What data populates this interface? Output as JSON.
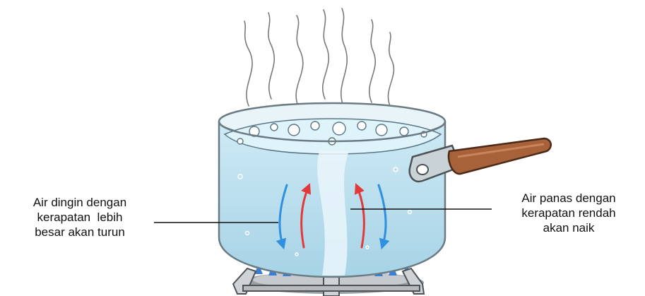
{
  "labels": {
    "cold_water": [
      "Air dingin dengan",
      "kerapatan  lebih",
      "besar akan turun"
    ],
    "hot_water": [
      "Air panas dengan",
      "kerapatan rendah",
      "akan naik"
    ]
  },
  "colors": {
    "cold_arrow": "#2f8fe0",
    "hot_arrow": "#e23a3a",
    "water": "#a9d7ea",
    "water_surface": "#dff3fb",
    "pot_rim": "#6b7b84",
    "handle_wood": "#a8623a",
    "handle_metal": "#c9d2d6",
    "flame": "#3a7fd6",
    "burner": "#b7b9bb",
    "leader_line": "#111111"
  },
  "icons": [
    "steam-icon",
    "pot-icon",
    "handle-icon",
    "burner-icon",
    "flame-icon",
    "arrow-down-icon",
    "arrow-up-icon"
  ]
}
